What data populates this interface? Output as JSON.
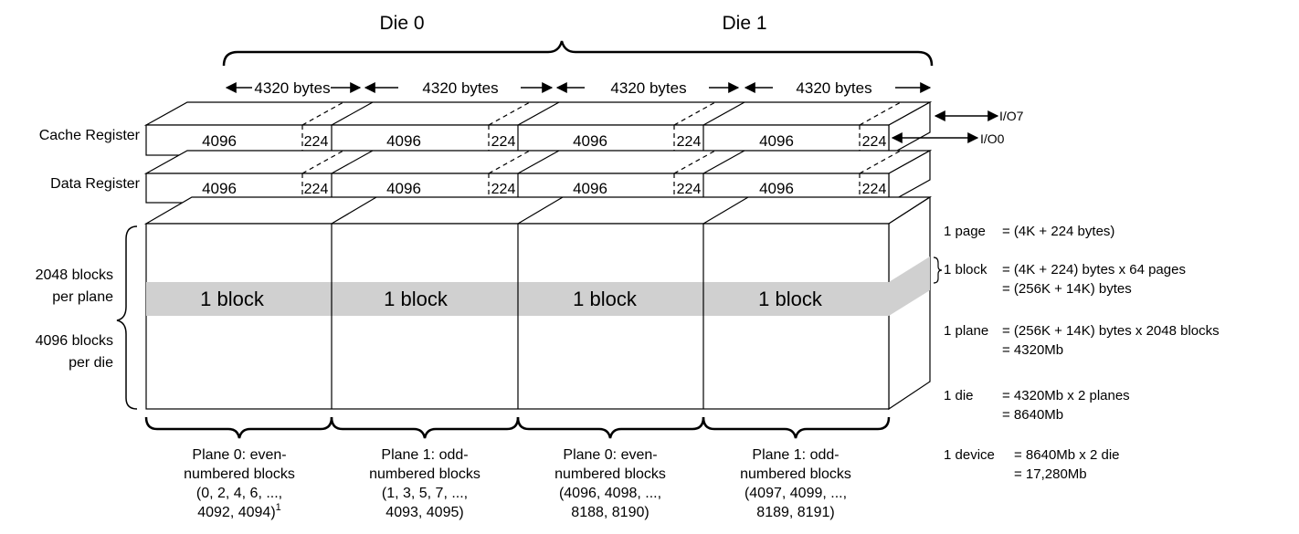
{
  "dies": [
    "Die 0",
    "Die 1"
  ],
  "page_bytes_label": "4320 bytes",
  "registers": {
    "cache_label": "Cache Register",
    "data_label": "Data Register",
    "main_size": "4096",
    "spare_size": "224"
  },
  "io": {
    "top": "I/O7",
    "bottom": "I/O0"
  },
  "block_label": "1 block",
  "side_labels": {
    "blocks_per_plane": [
      "2048 blocks",
      "per plane"
    ],
    "blocks_per_die": [
      "4096 blocks",
      "per die"
    ]
  },
  "planes": [
    {
      "lines": [
        "Plane 0: even-",
        "numbered blocks",
        "(0, 2, 4, 6, ...,",
        "4092, 4094)"
      ],
      "footnote": "1"
    },
    {
      "lines": [
        "Plane 1: odd-",
        "numbered blocks",
        "(1, 3, 5, 7, ...,",
        "4093, 4095)"
      ]
    },
    {
      "lines": [
        "Plane 0: even-",
        "numbered blocks",
        "(4096, 4098, ...,",
        "8188, 8190)"
      ]
    },
    {
      "lines": [
        "Plane 1: odd-",
        "numbered blocks",
        "(4097, 4099, ...,",
        "8189, 8191)"
      ]
    }
  ],
  "equations": [
    {
      "term": "1 page",
      "lines": [
        "= (4K + 224 bytes)"
      ]
    },
    {
      "term": "1 block",
      "lines": [
        "= (4K + 224) bytes x 64 pages",
        "= (256K + 14K) bytes"
      ]
    },
    {
      "term": "1 plane",
      "lines": [
        "= (256K + 14K) bytes x 2048 blocks",
        "= 4320Mb"
      ]
    },
    {
      "term": "1 die",
      "lines": [
        "= 4320Mb x 2 planes",
        "= 8640Mb"
      ]
    },
    {
      "term": "1 device",
      "lines": [
        "= 8640Mb x 2 die",
        "= 17,280Mb"
      ]
    }
  ]
}
